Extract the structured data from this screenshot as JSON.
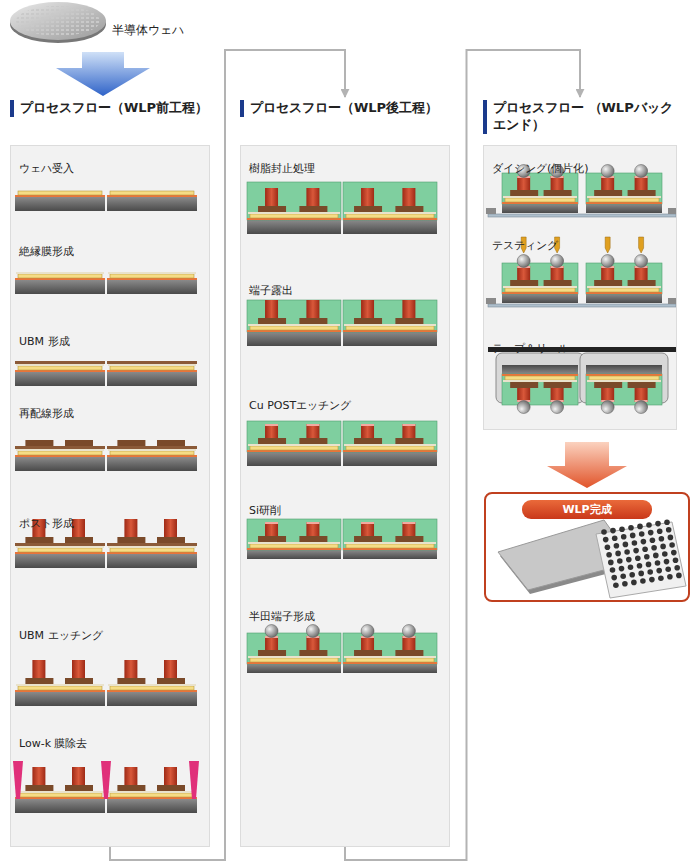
{
  "diagram": {
    "nodes": [
      {
        "text": [
          "プロセスフロー（WLP前工程）",
          "ウェハ受入",
          "絶縁膜形成",
          "UBM 形成",
          "再配線形成",
          "ポスト形成",
          "UBM エッチング",
          "Low-k 膜除去"
        ]
      },
      {
        "text": [
          "プロセスフロー（WLP後工程）",
          "樹脂封止処理",
          "端子露出",
          "Cu POSTエッチング",
          "Si研削",
          "半田端子形成"
        ]
      },
      {
        "text": [
          "プロセスフロー （WLPバックエンド）",
          "ダイシング(個片化)",
          "テスティング",
          "テープ＆リール"
        ]
      },
      {
        "text": [
          "WLP完成"
        ]
      }
    ],
    "edges": [
      {
        "from": 0,
        "to": 1,
        "arrow": "to"
      },
      {
        "from": 1,
        "to": 2,
        "arrow": "to"
      },
      {
        "from": 2,
        "to": 3,
        "arrow": "to"
      }
    ],
    "labels": [
      "半導体ウェハ"
    ]
  }
}
